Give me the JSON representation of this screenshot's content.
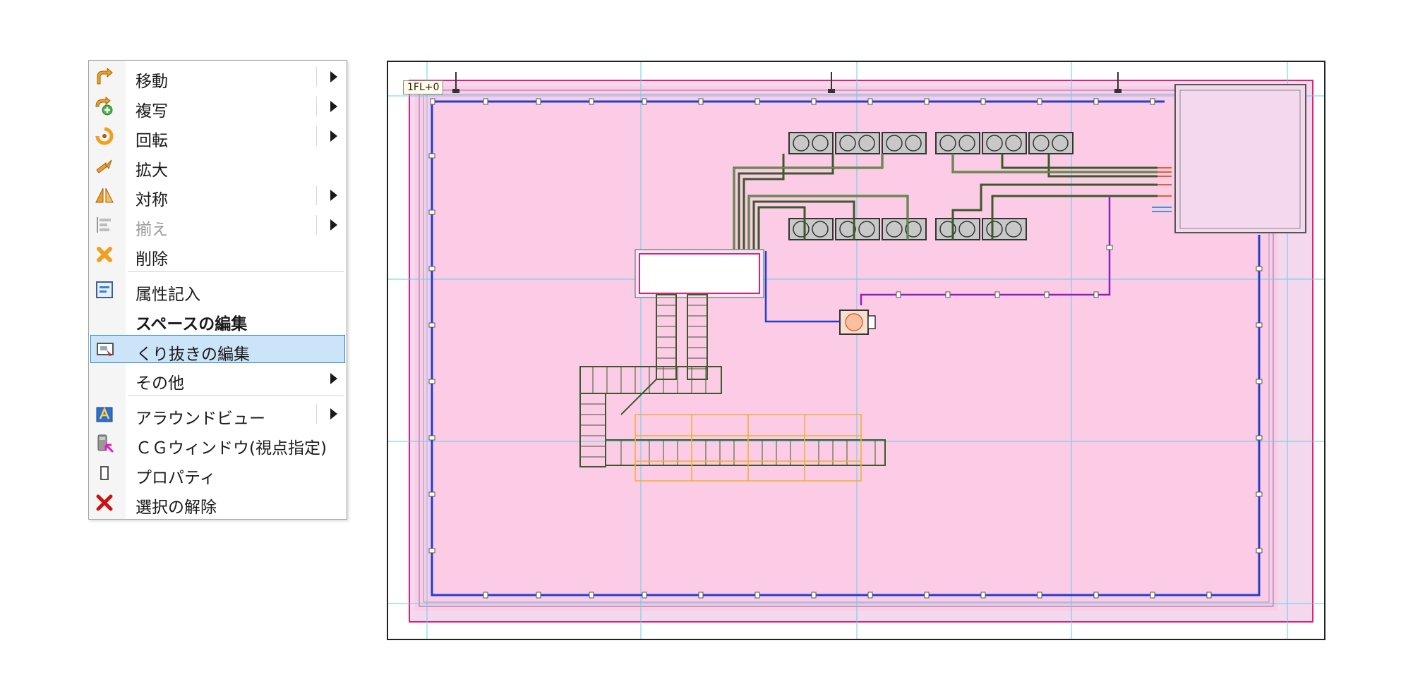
{
  "context_menu": {
    "items": [
      {
        "label": "移動",
        "icon": "move-arrow-icon",
        "submenu": true
      },
      {
        "label": "複写",
        "icon": "copy-icon",
        "submenu": true
      },
      {
        "label": "回転",
        "icon": "rotate-icon",
        "submenu": true
      },
      {
        "label": "拡大",
        "icon": "scale-icon",
        "submenu": false
      },
      {
        "label": "対称",
        "icon": "mirror-icon",
        "submenu": true
      },
      {
        "label": "揃え",
        "icon": "align-icon",
        "submenu": true,
        "disabled": true
      },
      {
        "label": "削除",
        "icon": "delete-icon",
        "submenu": false
      },
      {
        "label": "属性記入",
        "icon": "attribute-icon",
        "submenu": false
      },
      {
        "label": "スペースの編集",
        "icon": "",
        "submenu": false,
        "bold": true
      },
      {
        "label": "くり抜きの編集",
        "icon": "cutout-edit-icon",
        "submenu": false,
        "selected": true
      },
      {
        "label": "その他",
        "icon": "",
        "submenu": true
      },
      {
        "label": "アラウンドビュー",
        "icon": "around-view-icon",
        "submenu": true
      },
      {
        "label": "ＣＧウィンドウ(視点指定)",
        "icon": "cg-window-icon",
        "submenu": false
      },
      {
        "label": "プロパティ",
        "icon": "properties-icon",
        "submenu": false
      },
      {
        "label": "選択の解除",
        "icon": "deselect-icon",
        "submenu": false
      }
    ]
  },
  "cad_view": {
    "floor_label": "1FL+0",
    "colors": {
      "room_fill": "#fccbe6",
      "wall_outline": "#e0207a",
      "duct": "#1f3fd0",
      "grid": "#5fd0e8",
      "pipe_green": "#3a5a2a",
      "pipe_purple": "#9020c0",
      "cable_tray_orange": "#f0b030"
    }
  }
}
